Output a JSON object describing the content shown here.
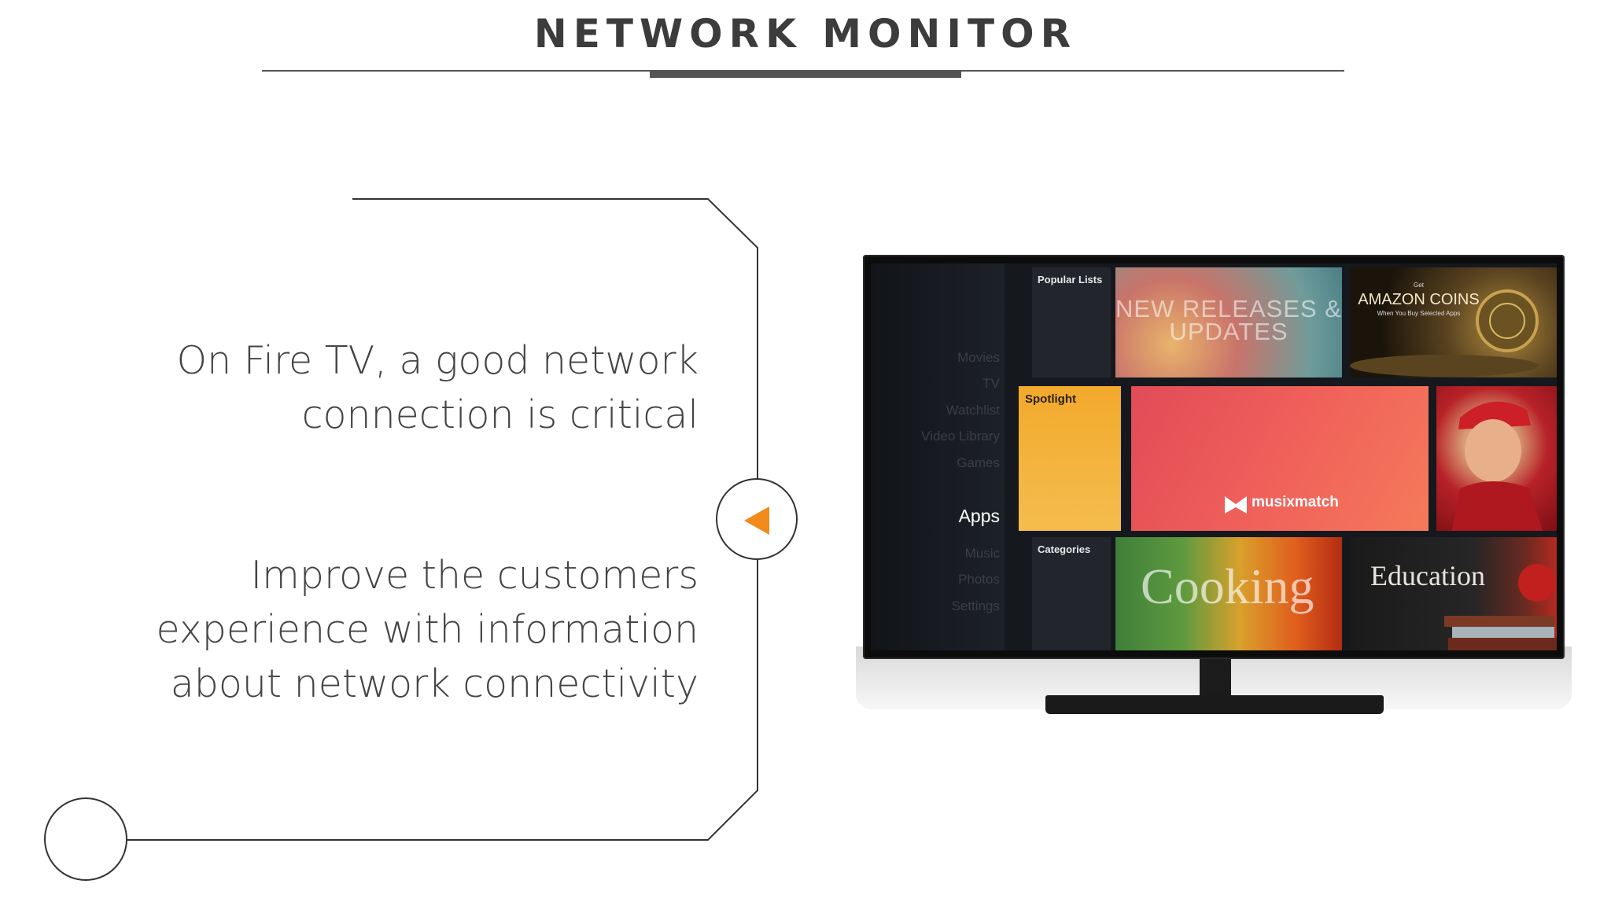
{
  "header": {
    "title": "NETWORK MONITOR"
  },
  "statements": [
    "On Fire TV, a good network connection is critical",
    "Improve the customers experience with information about network connectivity"
  ],
  "colors": {
    "accent": "#f28a1c",
    "text": "#444444",
    "rule": "#555555"
  },
  "nav": {
    "arrow_icon": "triangle-left-icon"
  },
  "tv_screen": {
    "menu_items": [
      "Movies",
      "TV",
      "Watchlist",
      "Video Library",
      "Games",
      "Apps",
      "Music",
      "Photos",
      "Settings"
    ],
    "active_menu": "Apps",
    "popular_lists_label": "Popular Lists",
    "categories_label": "Categories",
    "tiles": {
      "new_releases": "NEW RELEASES & UPDATES",
      "coins_top": "Get",
      "coins_main": "AMAZON COINS",
      "coins_sub": "When You Buy Selected Apps",
      "spotlight": "Spotlight",
      "musixmatch": "musixmatch",
      "cooking": "Cooking",
      "education": "Education"
    }
  }
}
